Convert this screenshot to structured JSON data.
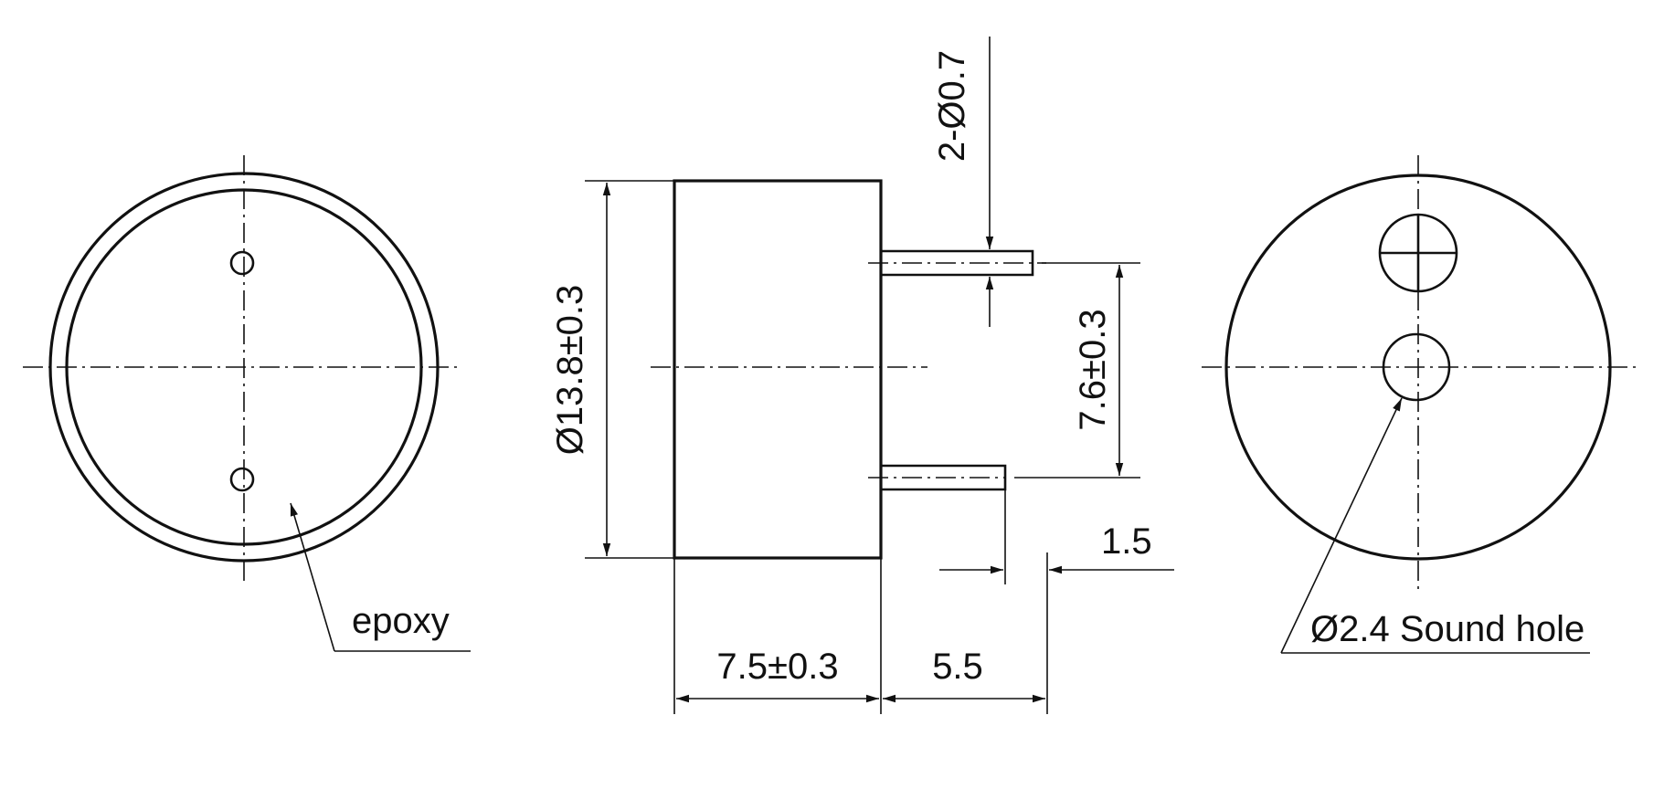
{
  "labels": {
    "epoxy": "epoxy",
    "pin_diameter": "2-Ø0.7",
    "body_diameter": "Ø13.8±0.3",
    "pin_spacing": "7.6±0.3",
    "pin_offset": "1.5",
    "body_height": "7.5±0.3",
    "pin_length": "5.5",
    "sound_hole": "Ø2.4 Sound hole"
  },
  "colors": {
    "ink": "#111111",
    "paper": "#ffffff"
  }
}
